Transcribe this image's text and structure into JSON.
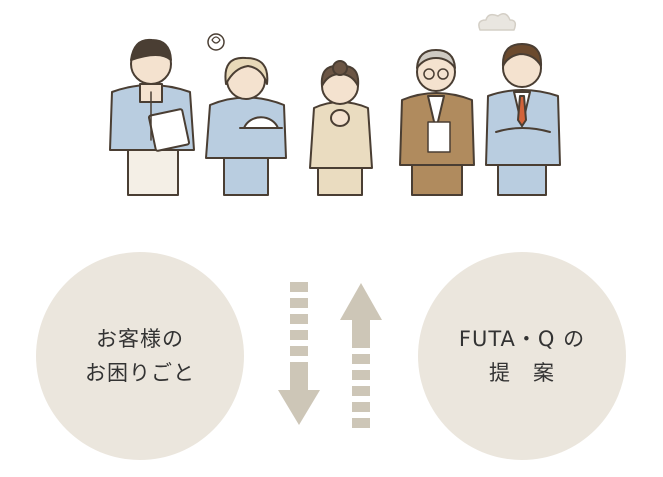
{
  "problem_circle": {
    "line1": "お客様の",
    "line2": "お困りごと"
  },
  "proposal_circle": {
    "line1": "FUTA・Q の",
    "line2": "提　案"
  },
  "illustration": {
    "figures": [
      "factory-worker-man",
      "factory-worker-woman",
      "office-woman",
      "senior-businessman",
      "young-businessman"
    ]
  },
  "colors": {
    "circle_bg": "#ebe6dd",
    "arrow": "#cdc6b7",
    "text": "#333333"
  }
}
